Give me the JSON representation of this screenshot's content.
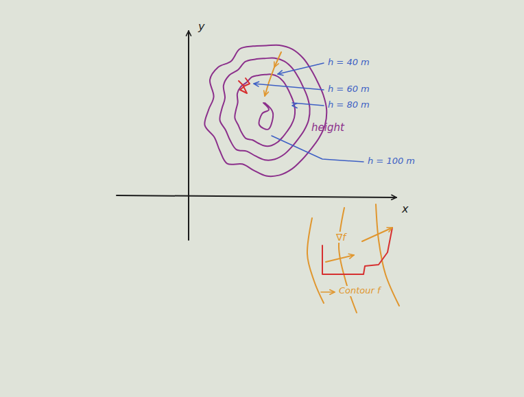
{
  "diagram": {
    "labels": [
      "y",
      "x",
      "h = 40 m",
      "h = 60 m",
      "h = 80 m",
      "height",
      "h = 100 m",
      "∇f",
      "Contour f"
    ]
  }
}
